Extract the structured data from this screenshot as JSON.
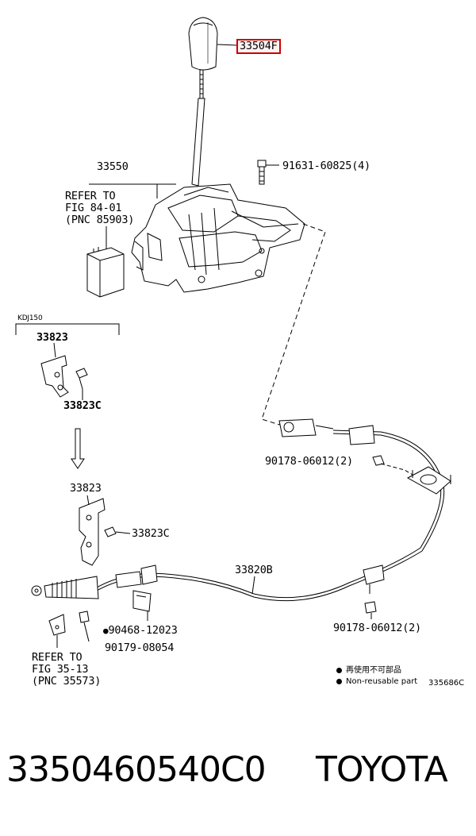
{
  "diagram": {
    "part_highlight": "33504F",
    "labels": {
      "bolt_91631": "91631-60825(4)",
      "housing": "33550",
      "refer_84": "REFER TO\nFIG 84-01\n(PNC 85903)",
      "variant": "KDJ150",
      "bracket_top": "33823",
      "bracket_top_c": "33823C",
      "bracket_bottom": "33823",
      "bracket_bottom_c": "33823C",
      "nut_top": "90178-06012(2)",
      "cable": "33820B",
      "nut_bottom": "90178-06012(2)",
      "clip_90468": "90468-12023",
      "nut_90179": "90179-08054",
      "refer_35": "REFER TO\nFIG 35-13\n(PNC 35573)"
    },
    "legend": {
      "line1": "再使用不可部品",
      "line2": "Non-reusable part"
    },
    "figure_id": "335686C"
  },
  "footer": {
    "part_number": "3350460540C0",
    "brand": "TOYOTA"
  },
  "colors": {
    "highlight_border": "#cc0000",
    "line": "#000000"
  }
}
